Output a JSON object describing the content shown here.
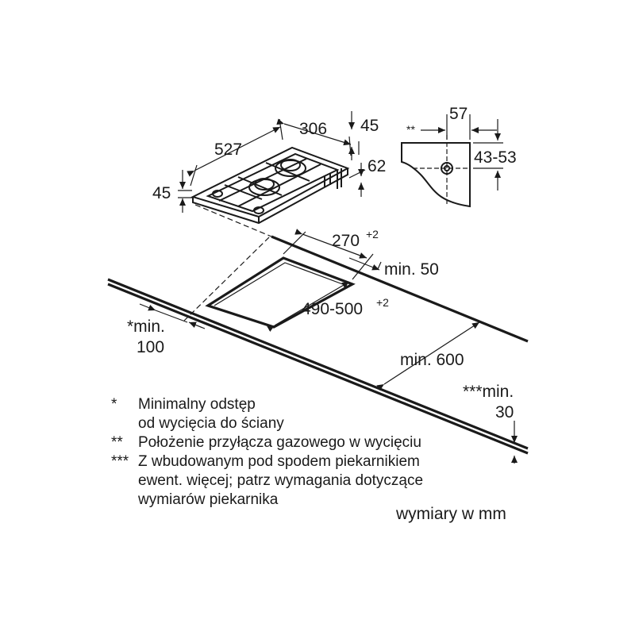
{
  "hob_dims": {
    "depth": "527",
    "width": "306",
    "height_top": "45",
    "height_left": "45",
    "knob_offset": "62"
  },
  "connection_view": {
    "marker": "**",
    "offset": "57",
    "height_range": "43-53"
  },
  "cutout": {
    "width_value": "270",
    "width_tol": "+2",
    "depth_value": "490-500",
    "depth_tol": "+2",
    "front_clearance": "min. 50",
    "wall_clearance_line1": "*min.",
    "wall_clearance_line2": "100",
    "side_clearance": "min. 600",
    "bottom_clearance_line1": "***min.",
    "bottom_clearance_line2": "30"
  },
  "legend": [
    {
      "mark": "*",
      "lines": [
        "Minimalny odstęp",
        "od wycięcia do ściany"
      ]
    },
    {
      "mark": "**",
      "lines": [
        "Położenie przyłącza gazowego w wycięciu"
      ]
    },
    {
      "mark": "***",
      "lines": [
        "Z wbudowanym pod spodem piekarnikiem",
        "ewent. więcej; patrz wymagania dotyczące",
        "wymiarów piekarnika"
      ]
    }
  ],
  "units_note": "wymiary w mm"
}
